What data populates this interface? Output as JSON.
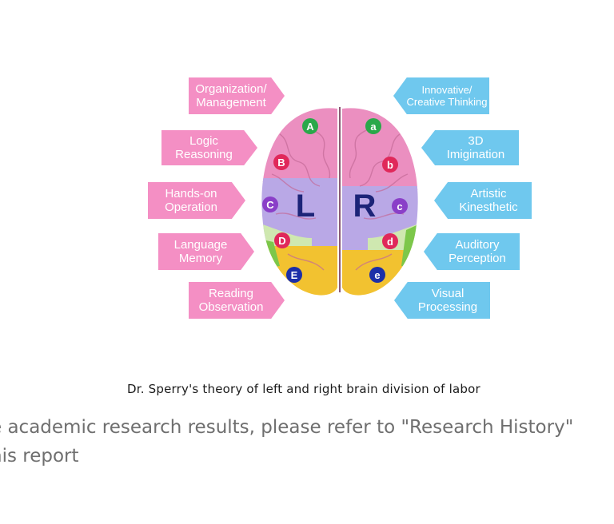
{
  "diagram": {
    "colors": {
      "left_arrows": "#f48fc4",
      "right_arrows": "#6fc8ee",
      "brain_pink": "#eb8fc0",
      "brain_purple": "#b9a8e6",
      "brain_yellow": "#f2c230",
      "brain_green": "#7cc74a"
    },
    "left_functions": [
      {
        "lines": [
          "Organization/",
          "Management"
        ]
      },
      {
        "lines": [
          "Logic",
          "Reasoning"
        ]
      },
      {
        "lines": [
          "Hands-on",
          "Operation"
        ]
      },
      {
        "lines": [
          "Language",
          "Memory"
        ]
      },
      {
        "lines": [
          "Reading",
          "Observation"
        ]
      }
    ],
    "right_functions": [
      {
        "lines": [
          "Innovative/",
          "Creative Thinking"
        ]
      },
      {
        "lines": [
          "3D",
          "Imigination"
        ]
      },
      {
        "lines": [
          "Artistic",
          "Kinesthetic"
        ]
      },
      {
        "lines": [
          "Auditory",
          "Perception"
        ]
      },
      {
        "lines": [
          "Visual",
          "Processing"
        ]
      }
    ],
    "hemisphere_labels": {
      "left": "L",
      "right": "R"
    },
    "left_markers": [
      "A",
      "B",
      "C",
      "D",
      "E"
    ],
    "right_markers": [
      "a",
      "b",
      "c",
      "d",
      "e"
    ]
  },
  "caption": "Dr. Sperry's theory of left and right brain division of labor",
  "body_text": {
    "line1": "e academic research results, please refer to \"Research History\"",
    "line2": "his report"
  }
}
